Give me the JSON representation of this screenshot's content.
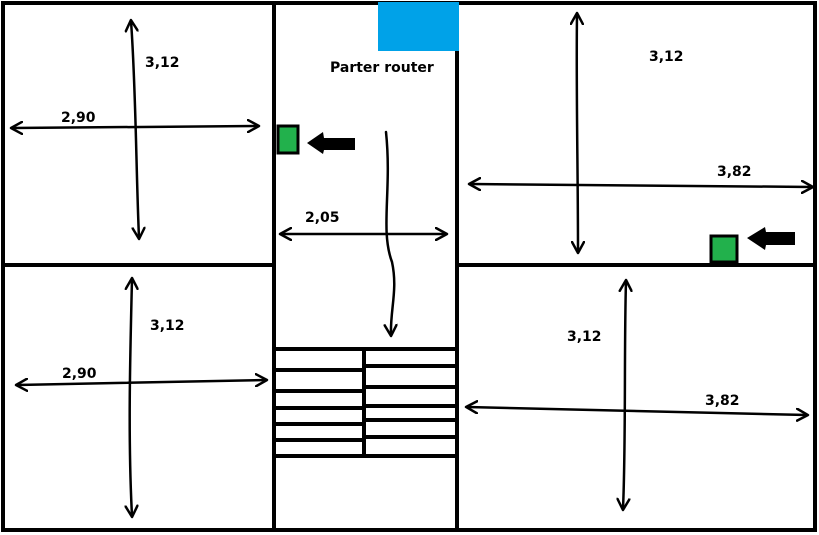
{
  "colors": {
    "wall": "#000000",
    "router": "#00a2e8",
    "access_point": "#22b14c",
    "background": "#ffffff"
  },
  "router_label": "Parter router",
  "rooms": {
    "top_left": {
      "width": "2,90",
      "height": "3,12"
    },
    "bottom_left": {
      "width": "2,90",
      "height": "3,12"
    },
    "hallway": {
      "width": "2,05"
    },
    "top_right": {
      "width": "3,82",
      "height": "3,12"
    },
    "bottom_right": {
      "width": "3,82",
      "height": "3,12"
    }
  },
  "icons": {
    "router": "router-icon",
    "access_point": "access-point-icon",
    "pointer": "arrow-left-icon",
    "stairs": "stairs-icon"
  }
}
